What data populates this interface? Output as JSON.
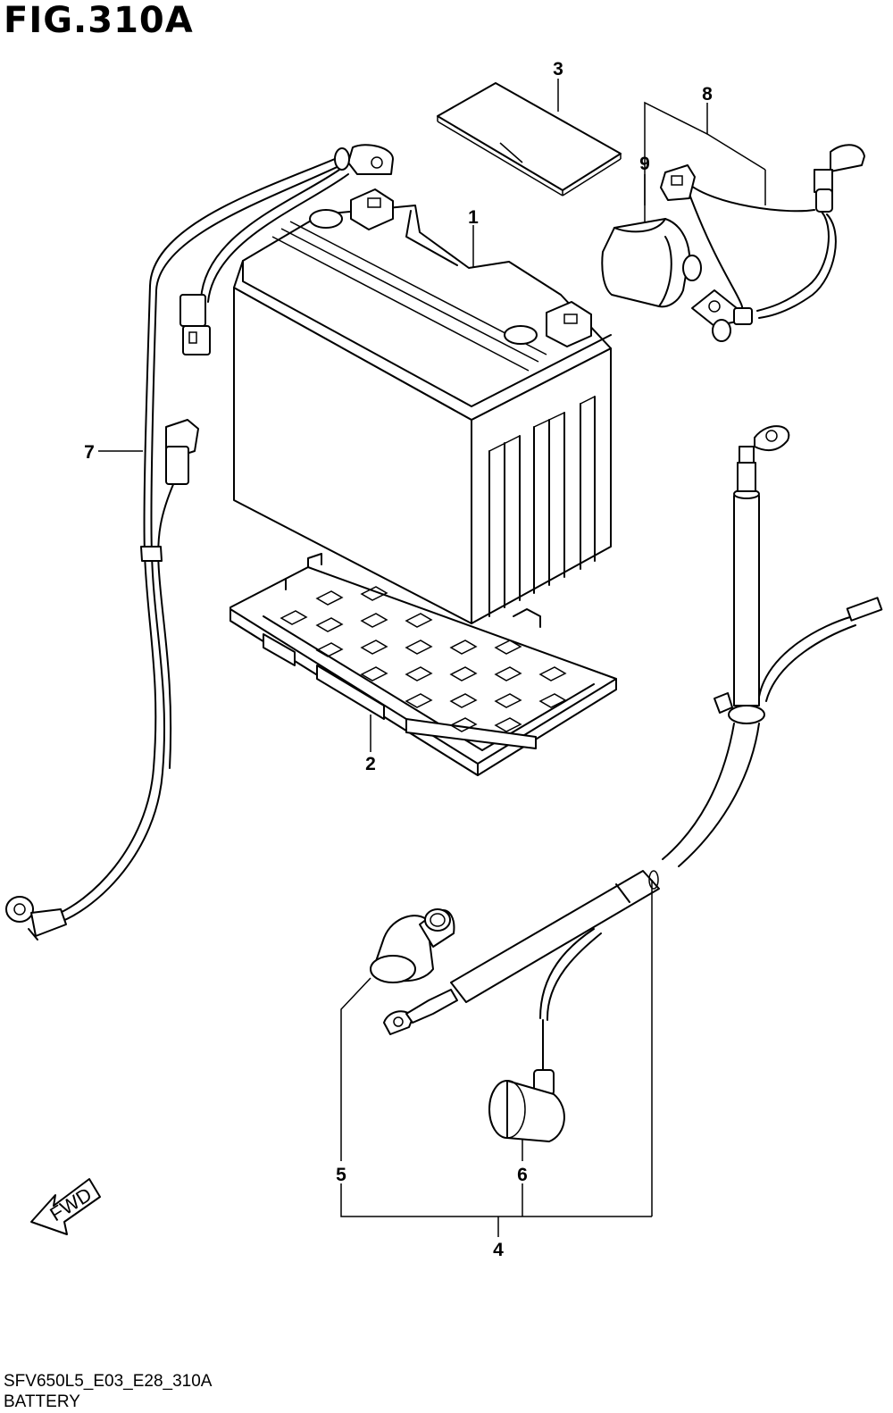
{
  "figure": {
    "title": "FIG.310A"
  },
  "callouts": {
    "c1": "1",
    "c2": "2",
    "c3": "3",
    "c4": "4",
    "c5": "5",
    "c6": "6",
    "c7": "7",
    "c8": "8",
    "c9": "9"
  },
  "direction_label": "FWD",
  "footer": {
    "code": "SFV650L5_E03_E28_310A",
    "name": "BATTERY"
  }
}
